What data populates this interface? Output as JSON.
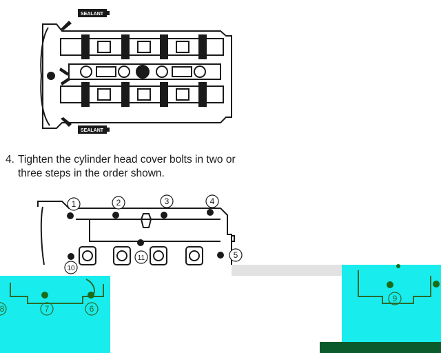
{
  "top_figure": {
    "sealant_label_top": "SEALANT",
    "sealant_label_bottom": "SEALANT"
  },
  "instruction": {
    "number": "4.",
    "line1": "Tighten the cylinder head cover bolts in two or",
    "line2": "three steps in the order shown."
  },
  "bolt_sequence": {
    "b1": "1",
    "b2": "2",
    "b3": "3",
    "b4": "4",
    "b5": "5",
    "b6": "6",
    "b7": "7",
    "b8": "8",
    "b9": "9",
    "b10": "10",
    "b11": "11"
  },
  "colors": {
    "overlay_cyan": "#19ecec",
    "overlay_green": "#0b5a2c",
    "line_art": "#1a1a1a"
  }
}
